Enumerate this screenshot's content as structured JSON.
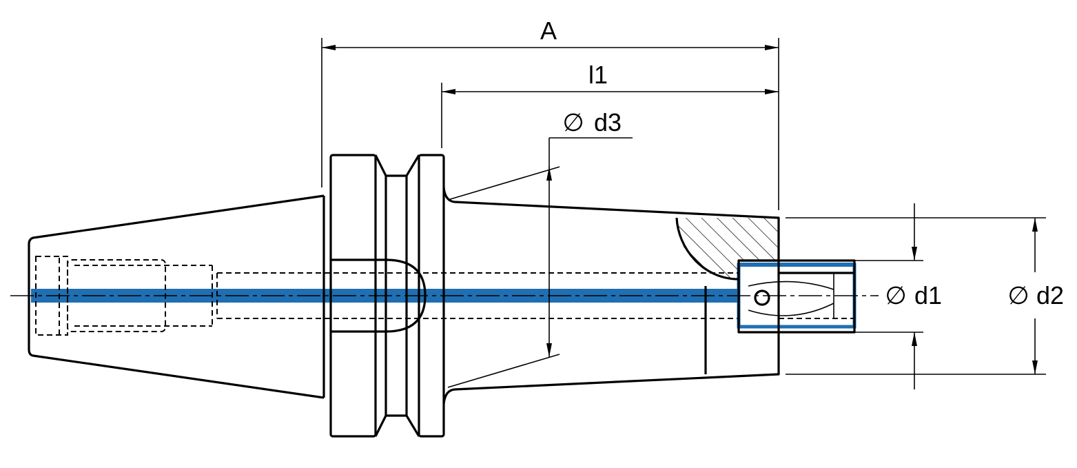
{
  "drawing": {
    "labels": {
      "A": "A",
      "l1": "l1",
      "d3": "d3",
      "d1": "d1",
      "d2": "d2",
      "diameter_symbol": "∅"
    },
    "colors": {
      "coolant": "#1f6fb2",
      "line": "#000000",
      "background": "#ffffff"
    }
  }
}
